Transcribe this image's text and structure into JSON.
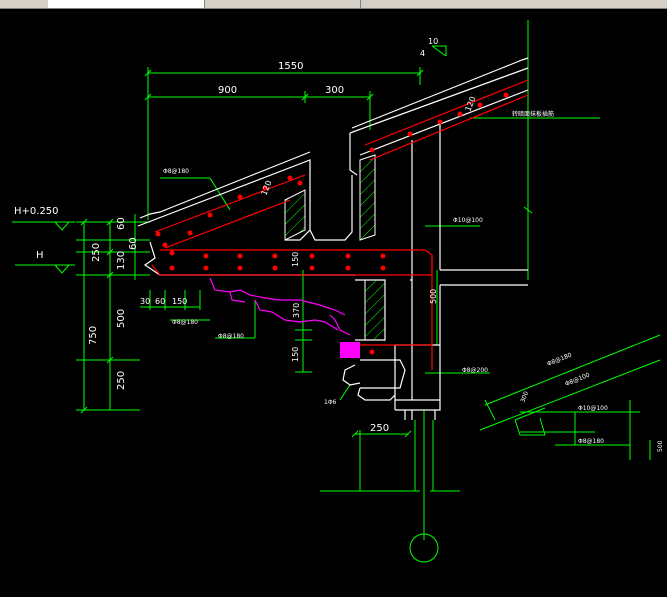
{
  "colors": {
    "background": "#000000",
    "dimension": "#00ff00",
    "outline": "#ffffff",
    "rebar": "#ff0000",
    "concrete": "#ff0000",
    "hatch": "#00ff00",
    "moulding": "#ff00ff",
    "text": "#ffffff"
  },
  "section": {
    "top_dims": {
      "total": "1550",
      "left": "900",
      "right": "300"
    },
    "ratio": {
      "a": "4",
      "b": "10"
    },
    "level_labels": {
      "upper": "H+0.250",
      "lower": "H"
    },
    "left_dims": [
      "60",
      "250",
      "130",
      "60",
      "750",
      "500",
      "250"
    ],
    "bottom_dims": [
      "30",
      "60",
      "150"
    ],
    "mid_dims": [
      "150",
      "370",
      "150",
      "500"
    ],
    "rebar_notes": [
      "Φ8@180",
      "Φ8@180",
      "Φ8@180",
      "Φ10@100",
      "Φ8@200",
      "1Φ6"
    ],
    "slope_dims": [
      "120",
      "120"
    ],
    "note_right": "转暗面抹板插筋",
    "wall_dim": "250"
  },
  "detail": {
    "dim": "300",
    "notes": [
      "Φ8@180",
      "Φ8@100",
      "Φ10@100",
      "Φ8@180"
    ],
    "right_dim": "500"
  }
}
